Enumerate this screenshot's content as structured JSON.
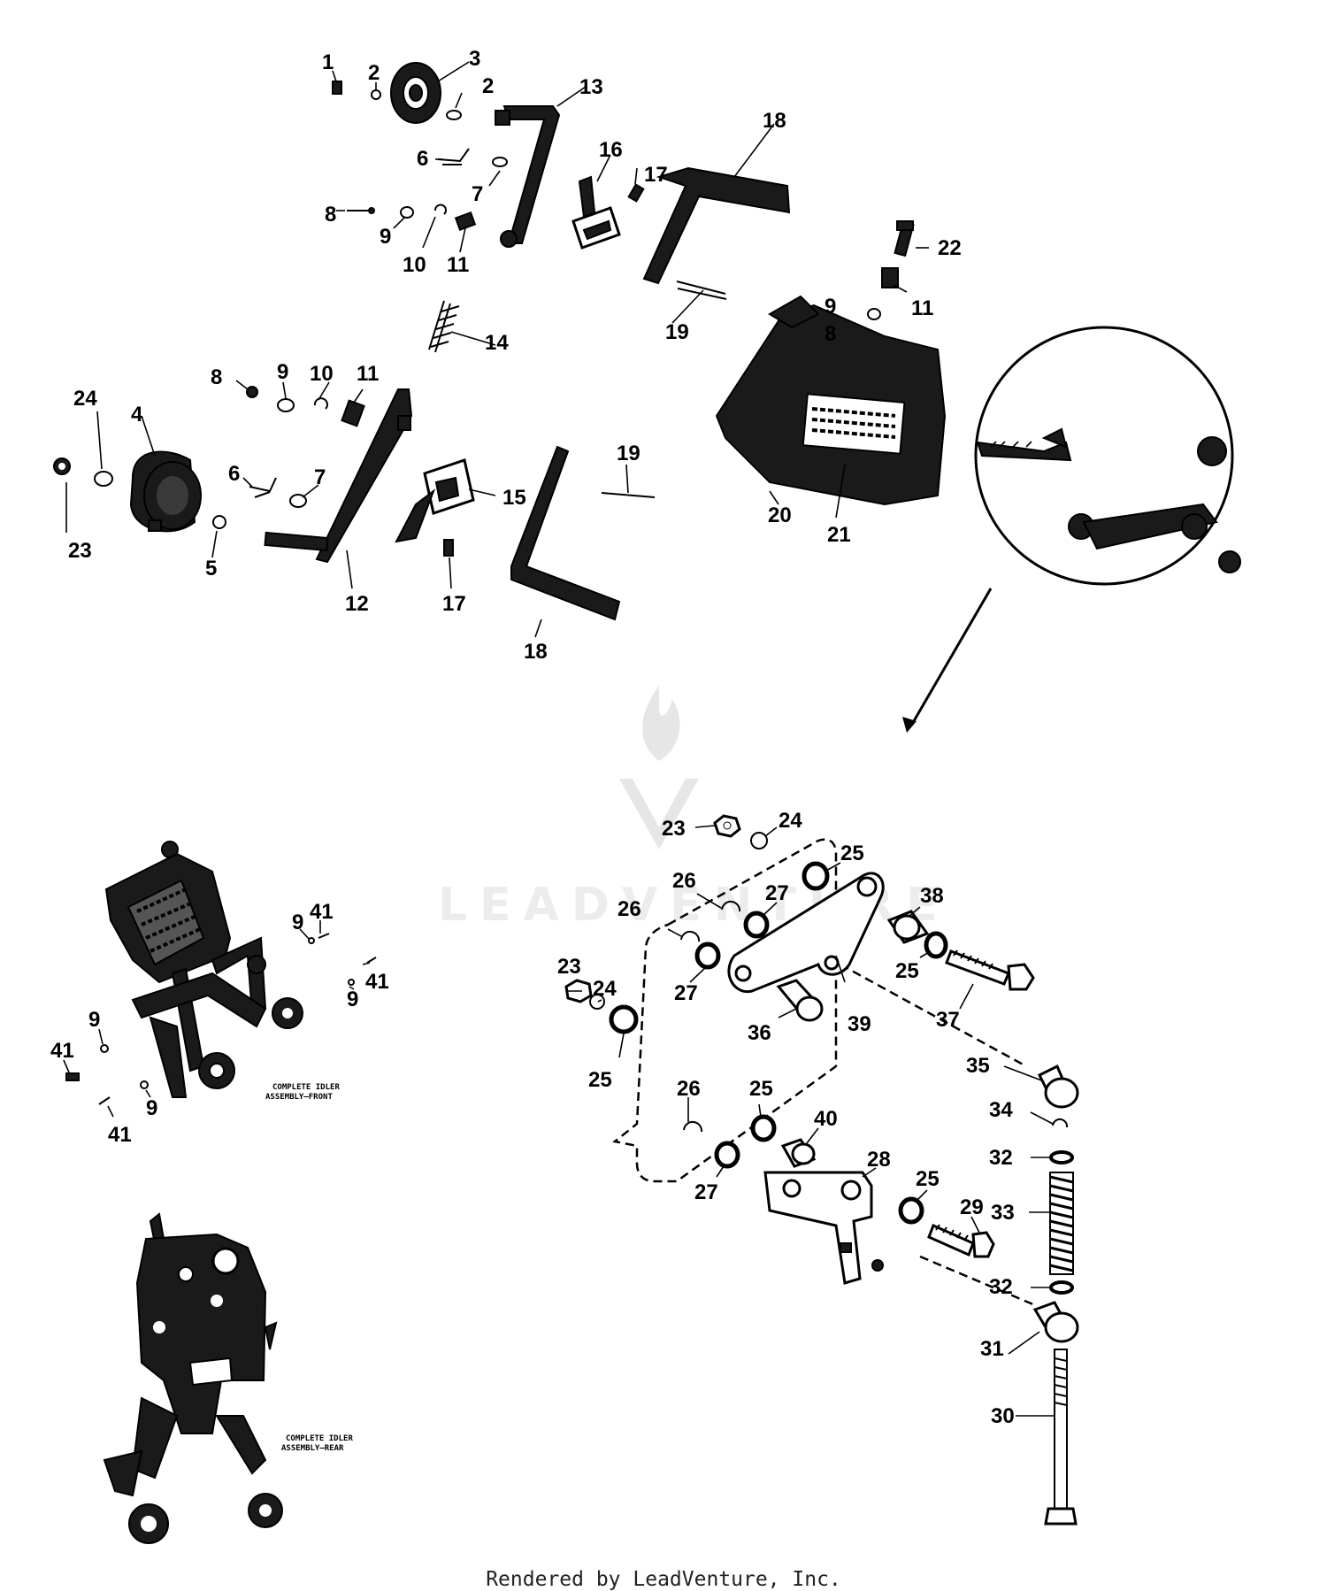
{
  "diagram": {
    "watermark": "LEADVENTURE",
    "captions": {
      "front": [
        "COMPLETE IDLER",
        "ASSEMBLY—FRONT"
      ],
      "rear": [
        "COMPLETE IDLER",
        "ASSEMBLY—REAR"
      ]
    },
    "callouts": {
      "top": [
        "1",
        "2",
        "3",
        "2",
        "13",
        "6",
        "7",
        "8",
        "9",
        "10",
        "11",
        "16",
        "17",
        "18",
        "22",
        "11",
        "9",
        "8",
        "19",
        "14",
        "8",
        "9",
        "10",
        "11",
        "24",
        "4",
        "6",
        "7",
        "23",
        "5",
        "12",
        "15",
        "17",
        "19",
        "18",
        "20",
        "21"
      ],
      "front_assembly": [
        "41",
        "9",
        "41",
        "9",
        "9",
        "41",
        "9",
        "41"
      ],
      "detail": [
        "23",
        "24",
        "25",
        "26",
        "27",
        "26",
        "38",
        "23",
        "24",
        "27",
        "25",
        "37",
        "39",
        "36",
        "25",
        "35",
        "26",
        "25",
        "40",
        "34",
        "32",
        "28",
        "27",
        "25",
        "33",
        "29",
        "32",
        "31",
        "30"
      ]
    }
  },
  "footer": "Rendered by LeadVenture, Inc."
}
